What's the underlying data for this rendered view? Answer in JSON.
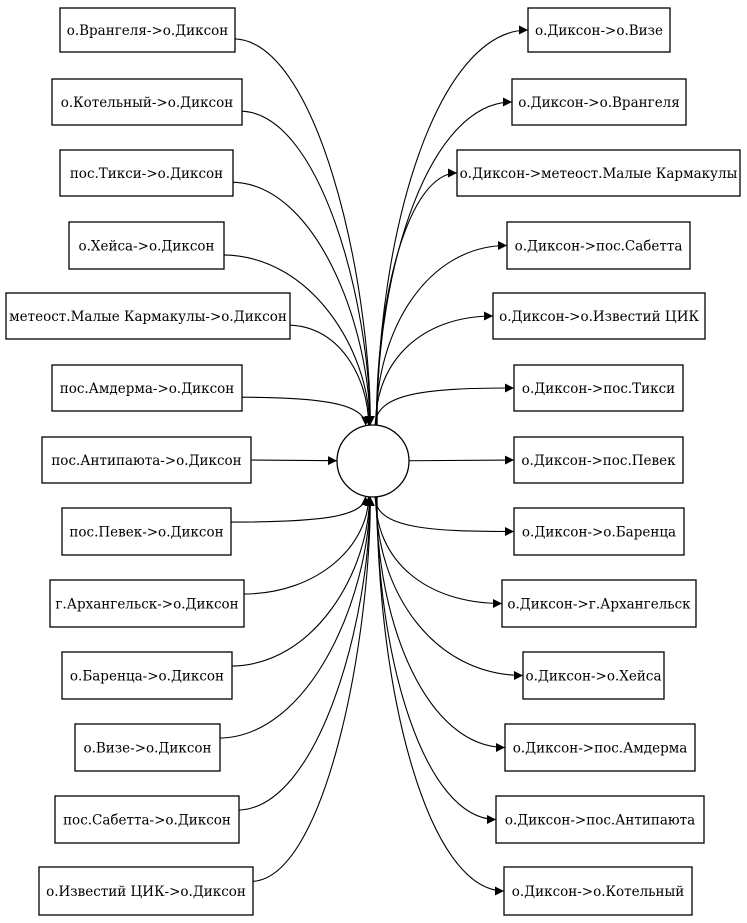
{
  "diagram": {
    "hub": {
      "label": ""
    },
    "incoming": [
      "о.Врангеля->о.Диксон",
      "о.Котельный->о.Диксон",
      "пос.Тикси->о.Диксон",
      "о.Хейса->о.Диксон",
      "метеост.Малые Кармакулы->о.Диксон",
      "пос.Амдерма->о.Диксон",
      "пос.Антипаюта->о.Диксон",
      "пос.Певек->о.Диксон",
      "г.Архангельск->о.Диксон",
      "о.Баренца->о.Диксон",
      "о.Визе->о.Диксон",
      "пос.Сабетта->о.Диксон",
      "о.Известий ЦИК->о.Диксон"
    ],
    "outgoing": [
      "о.Диксон->о.Визе",
      "о.Диксон->о.Врангеля",
      "о.Диксон->метеост.Малые Кармакулы",
      "о.Диксон->пос.Сабетта",
      "о.Диксон->о.Известий ЦИК",
      "о.Диксон->пос.Тикси",
      "о.Диксон->пос.Певек",
      "о.Диксон->о.Баренца",
      "о.Диксон->г.Архангельск",
      "о.Диксон->о.Хейса",
      "о.Диксон->пос.Амдерма",
      "о.Диксон->пос.Антипаюта",
      "о.Диксон->о.Котельный"
    ]
  }
}
